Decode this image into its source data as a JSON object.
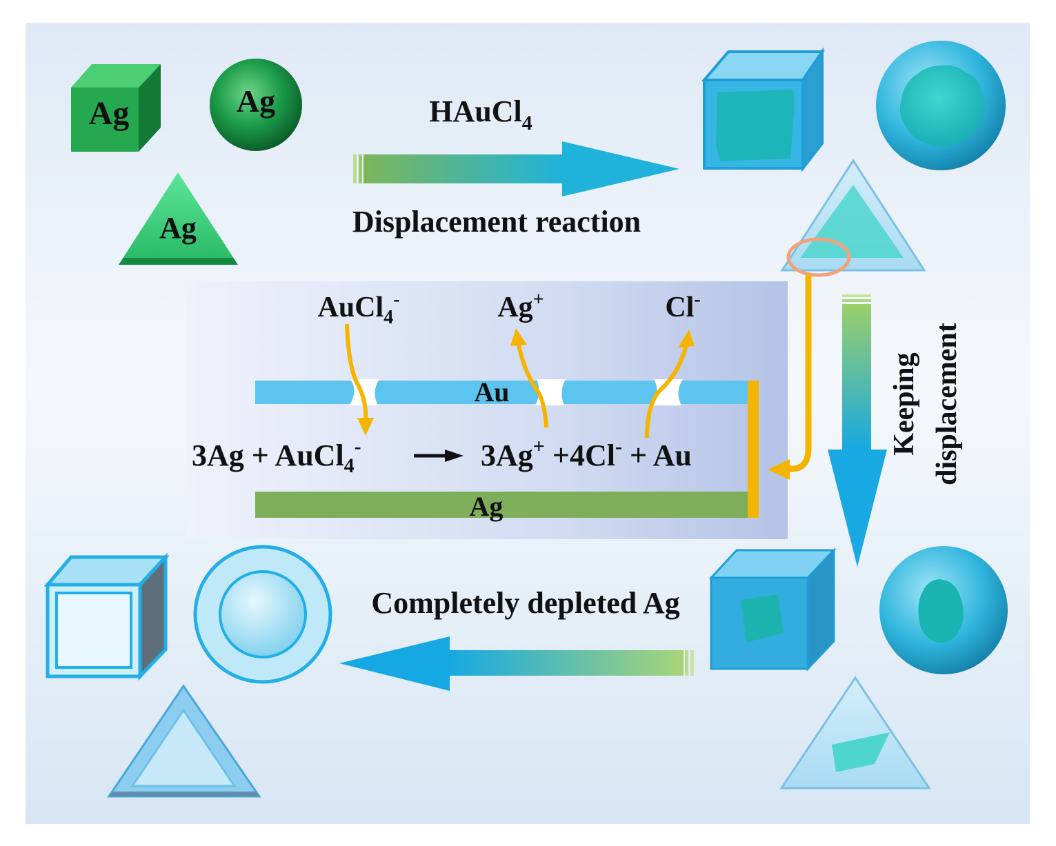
{
  "top": {
    "reagent": "HAuCl",
    "reagent_sub": "4",
    "process": "Displacement reaction"
  },
  "shape_labels": {
    "cube": "Ag",
    "sphere": "Ag",
    "triangle": "Ag"
  },
  "mechanism": {
    "ion_aucl4": "AuCl",
    "ion_aucl4_sub": "4",
    "ion_aucl4_sup": "-",
    "ion_ag": "Ag",
    "ion_ag_sup": "+",
    "ion_cl": "Cl",
    "ion_cl_sup": "-",
    "layer_au": "Au",
    "layer_ag": "Ag",
    "equation": {
      "left_a": "3Ag + AuCl",
      "left_sub": "4",
      "left_sup": "-",
      "right_a": "3Ag",
      "right_sup1": "+",
      "right_b": " +4Cl",
      "right_sup2": "-",
      "right_c": " + Au"
    }
  },
  "side": {
    "line1": "Keeping",
    "line2": "displacement"
  },
  "bottom": {
    "process": "Completely depleted Ag"
  },
  "colors": {
    "ag_green": "#2fb05a",
    "au_blue": "#45bfe8",
    "ag_layer": "#7fae5a",
    "au_layer": "#5cc4ee",
    "arrow_orange": "#f5b400",
    "background": "#e6eef8"
  }
}
